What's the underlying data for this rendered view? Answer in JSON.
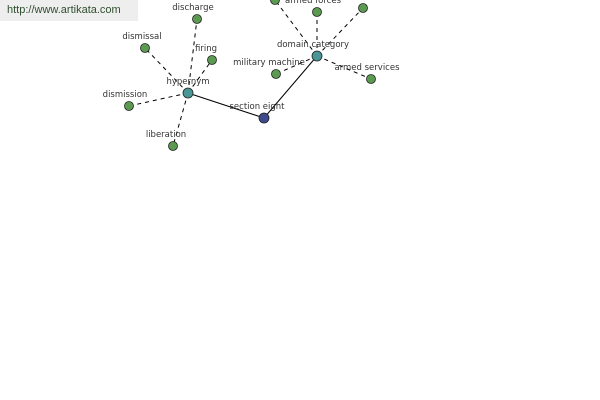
{
  "site": {
    "url_text": "http://www.artikata.com"
  },
  "graph": {
    "colors": {
      "leaf": "#5b9a50",
      "hub": "#4a9696",
      "center": "#3d4a8c",
      "edge": "#000000",
      "label": "#333333"
    },
    "nodes": [
      {
        "id": "section-eight",
        "label": "section eight",
        "kind": "center"
      },
      {
        "id": "hypernym",
        "label": "hypernym",
        "kind": "hub"
      },
      {
        "id": "domain-category",
        "label": "domain category",
        "kind": "hub"
      },
      {
        "id": "discharge",
        "label": "discharge",
        "kind": "leaf"
      },
      {
        "id": "dismissal",
        "label": "dismissal",
        "kind": "leaf"
      },
      {
        "id": "firing",
        "label": "firing",
        "kind": "leaf"
      },
      {
        "id": "dismission",
        "label": "dismission",
        "kind": "leaf"
      },
      {
        "id": "liberation",
        "label": "liberation",
        "kind": "leaf"
      },
      {
        "id": "armed-forces",
        "label": "armed forces",
        "kind": "leaf"
      },
      {
        "id": "military-machine",
        "label": "military machine",
        "kind": "leaf"
      },
      {
        "id": "armed-services",
        "label": "armed services",
        "kind": "leaf"
      },
      {
        "id": "unlabeled-top-left",
        "label": "",
        "kind": "leaf"
      },
      {
        "id": "unlabeled-top-right",
        "label": "",
        "kind": "leaf"
      }
    ],
    "edges": [
      {
        "from": "section-eight",
        "to": "hypernym",
        "style": "solid"
      },
      {
        "from": "section-eight",
        "to": "domain-category",
        "style": "solid"
      },
      {
        "from": "hypernym",
        "to": "discharge",
        "style": "dashed"
      },
      {
        "from": "hypernym",
        "to": "dismissal",
        "style": "dashed"
      },
      {
        "from": "hypernym",
        "to": "firing",
        "style": "dashed"
      },
      {
        "from": "hypernym",
        "to": "dismission",
        "style": "dashed"
      },
      {
        "from": "hypernym",
        "to": "liberation",
        "style": "dashed"
      },
      {
        "from": "domain-category",
        "to": "armed-forces",
        "style": "dashed"
      },
      {
        "from": "domain-category",
        "to": "military-machine",
        "style": "dashed"
      },
      {
        "from": "domain-category",
        "to": "armed-services",
        "style": "dashed"
      },
      {
        "from": "domain-category",
        "to": "unlabeled-top-left",
        "style": "dashed"
      },
      {
        "from": "domain-category",
        "to": "unlabeled-top-right",
        "style": "dashed"
      }
    ]
  }
}
